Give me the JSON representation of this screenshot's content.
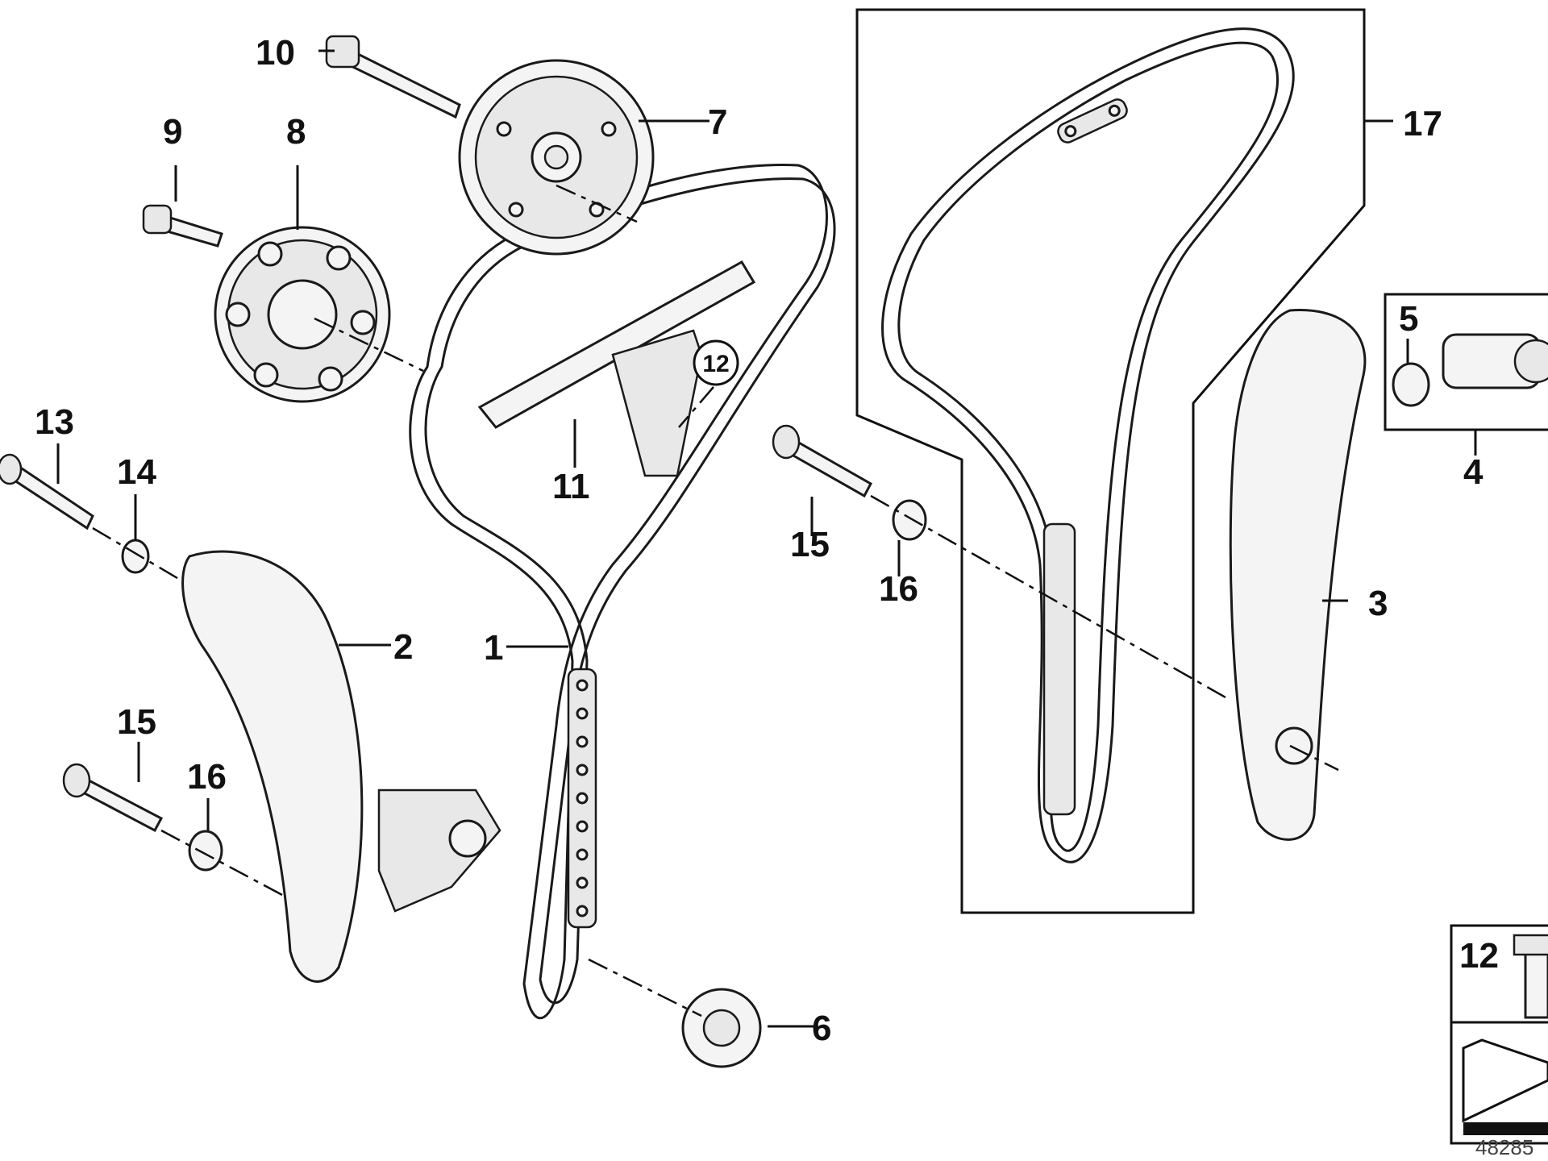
{
  "labels": {
    "p1": "1",
    "p2": "2",
    "p3": "3",
    "p4": "4",
    "p5": "5",
    "p6": "6",
    "p7": "7",
    "p8": "8",
    "p9": "9",
    "p10": "10",
    "p11": "11",
    "p12_circle": "12",
    "p12_legend": "12",
    "p13": "13",
    "p14": "14",
    "p15_left": "15",
    "p15_mid": "15",
    "p16_left": "16",
    "p16_mid": "16",
    "p17": "17"
  },
  "diagram_id": "48285"
}
